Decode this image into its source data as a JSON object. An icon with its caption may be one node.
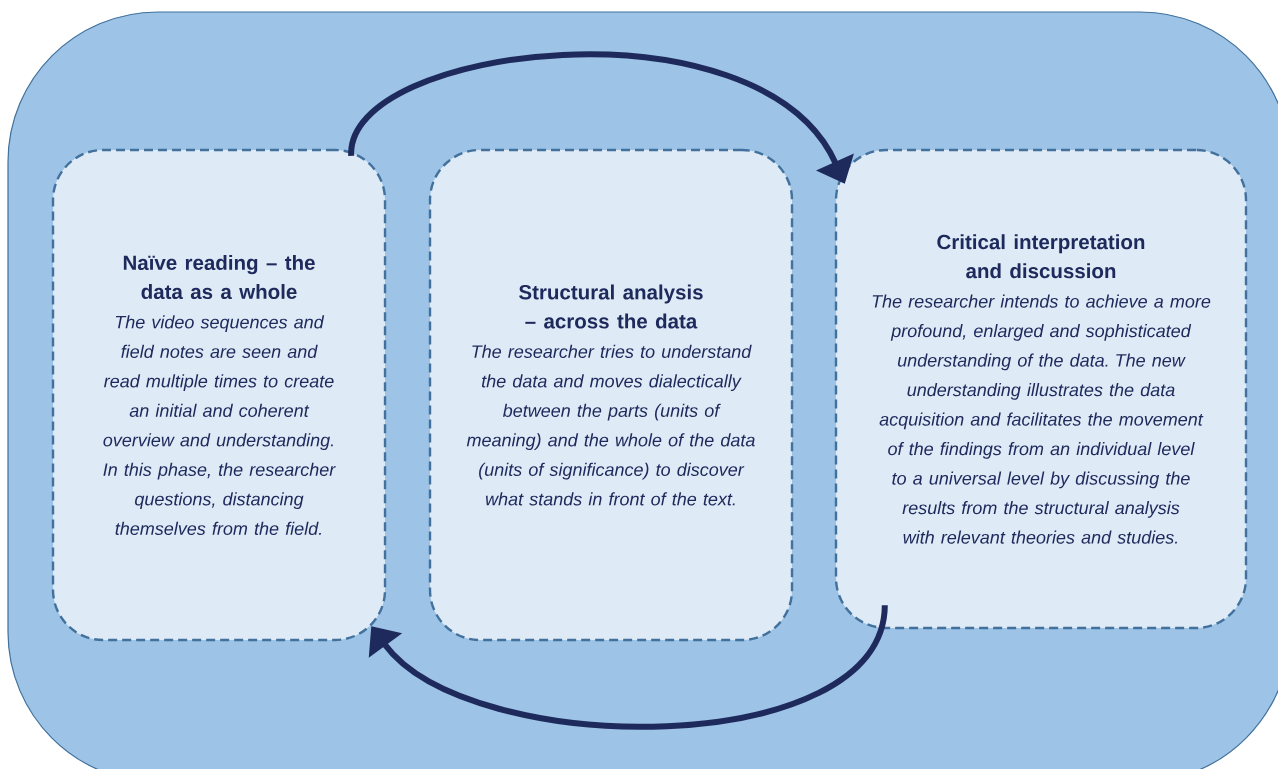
{
  "diagram": {
    "nodes": [
      {
        "text": [],
        "shape": "box"
      },
      {
        "text": [
          "Naïve reading – the data as a whole",
          "The video sequences and field notes are seen and read multiple times to create an initial and coherent overview and understanding. In this phase, the researcher questions, distancing themselves from the field."
        ],
        "in": 0
      },
      {
        "text": [
          "Structural analysis – across the data",
          "The researcher tries to understand the data and moves dialectically between the parts (units of meaning) and the whole of the data (units of significance) to discover what stands in front of the text."
        ],
        "in": 0
      },
      {
        "text": [
          "Critical interpretation and discussion",
          "The researcher intends to achieve a more profound, enlarged and sophisticated understanding of the data. The new understanding illustrates the data acquisition and facilitates the movement of the findings from an individual level to a universal level by discussing the results from the structural analysis with relevant theories and studies."
        ],
        "in": 0
      }
    ],
    "edges": [
      {
        "from": 1,
        "to": 3,
        "arrow": "to"
      },
      {
        "from": 3,
        "to": 1,
        "arrow": "to"
      }
    ]
  }
}
